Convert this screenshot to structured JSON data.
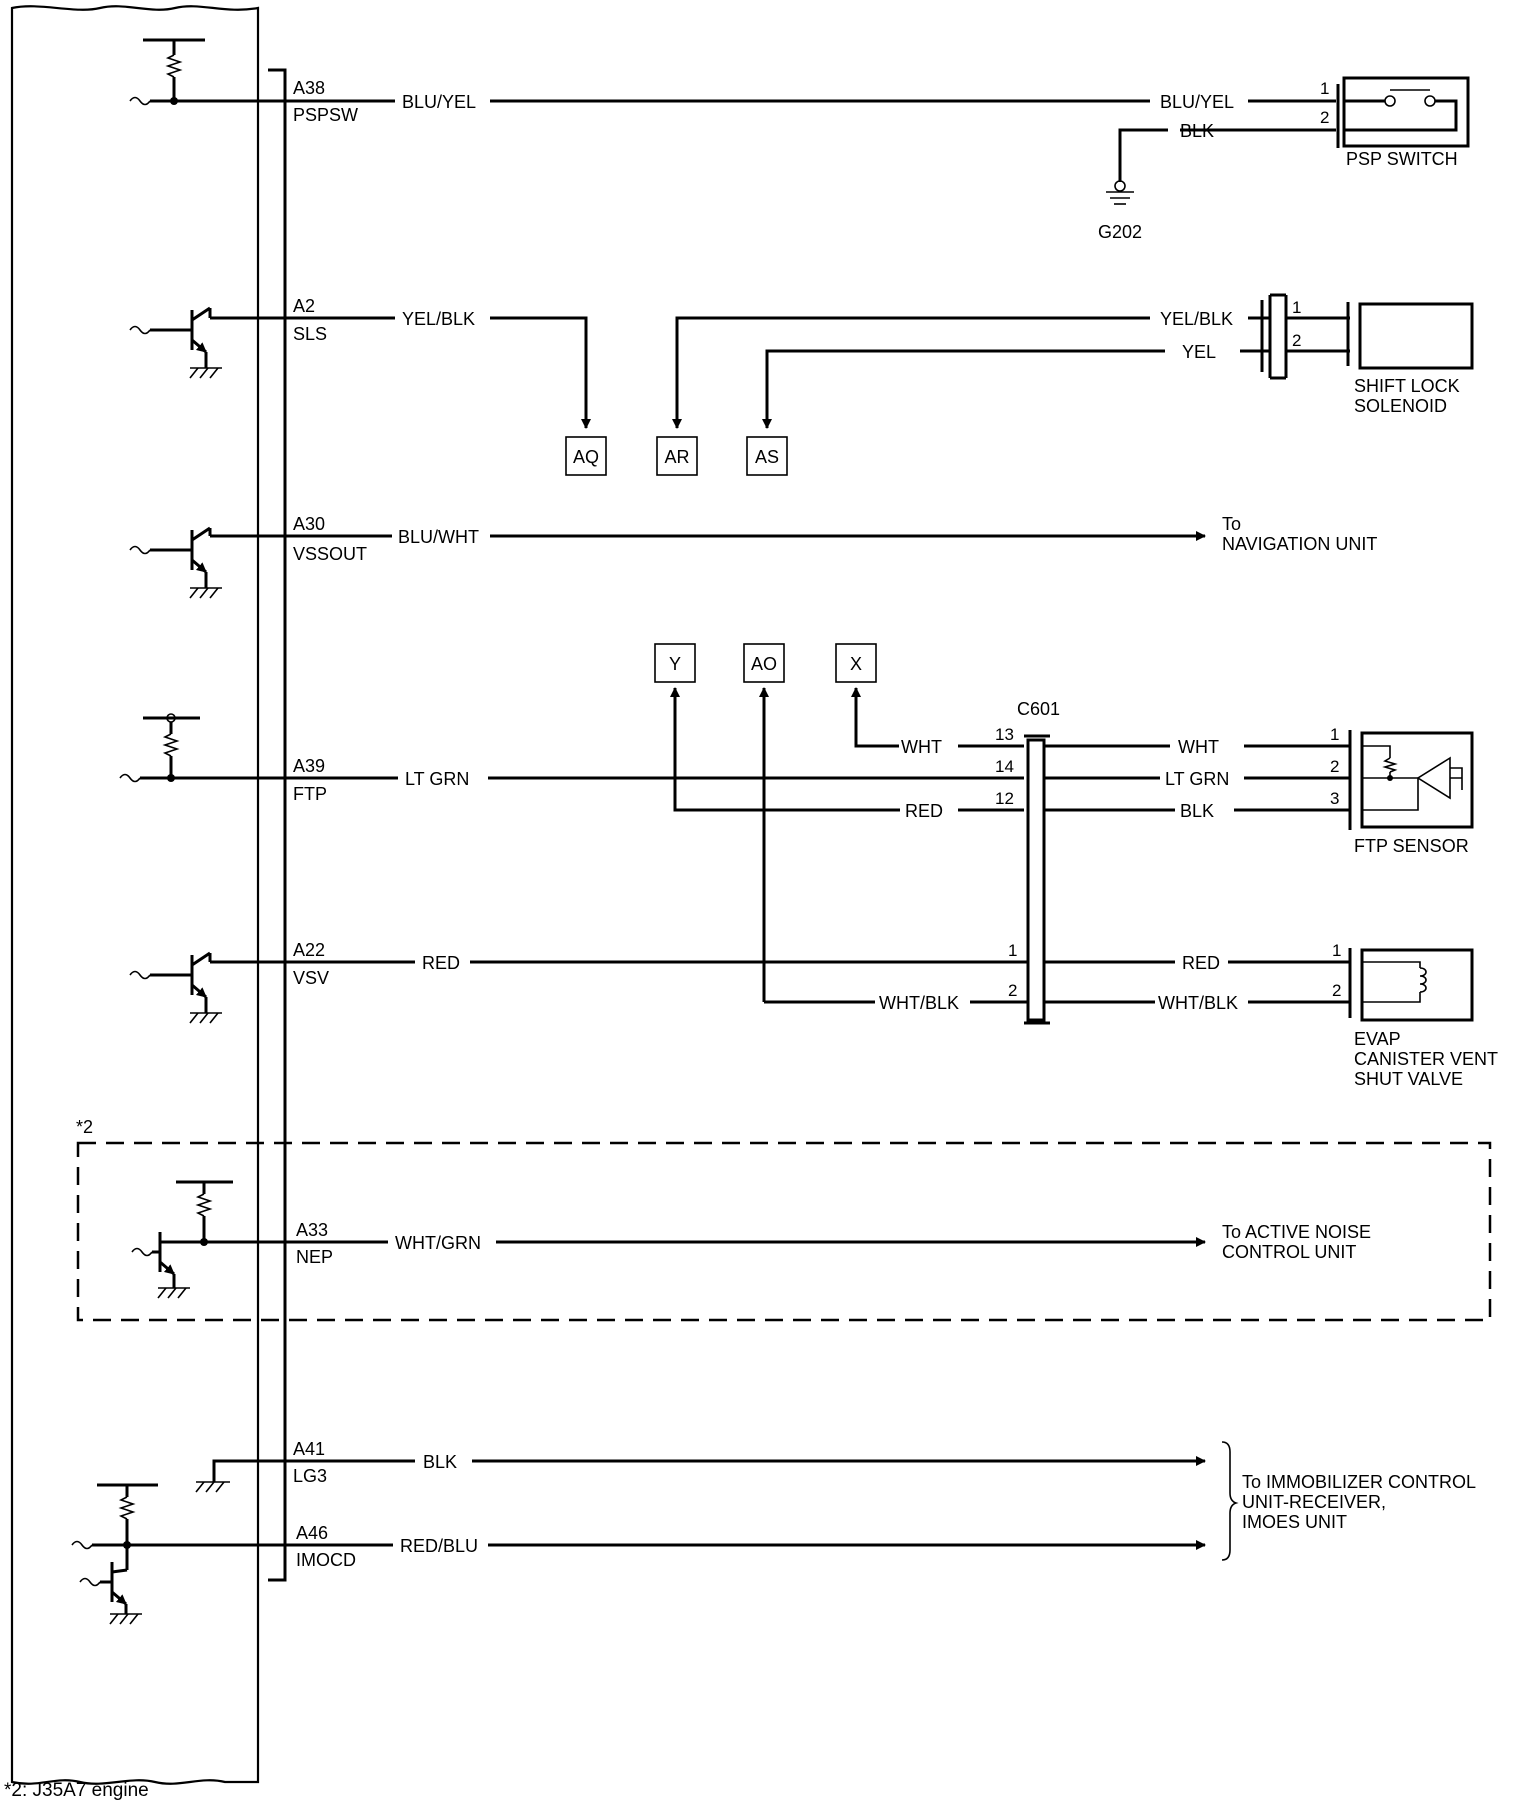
{
  "ecm": {
    "terminals": [
      {
        "pin": "A38",
        "name": "PSPSW"
      },
      {
        "pin": "A2",
        "name": "SLS"
      },
      {
        "pin": "A30",
        "name": "VSSOUT"
      },
      {
        "pin": "A39",
        "name": "FTP"
      },
      {
        "pin": "A22",
        "name": "VSV"
      },
      {
        "pin": "A33",
        "name": "NEP"
      },
      {
        "pin": "A41",
        "name": "LG3"
      },
      {
        "pin": "A46",
        "name": "IMOCD"
      }
    ]
  },
  "wires": {
    "pspsw_left": "BLU/YEL",
    "pspsw_right": "BLU/YEL",
    "psp_ground": "BLK",
    "sls": "YEL/BLK",
    "sol_1": "YEL/BLK",
    "sol_2": "YEL",
    "vssout": "BLU/WHT",
    "ftp": "LT GRN",
    "ftp_x": "WHT",
    "ftp_y": "RED",
    "ftp_r1": "WHT",
    "ftp_r2": "LT GRN",
    "ftp_r3": "BLK",
    "vsv": "RED",
    "vsv_r1": "RED",
    "evap_l2": "WHT/BLK",
    "evap_r2": "WHT/BLK",
    "nep": "WHT/GRN",
    "lg3": "BLK",
    "imocd": "RED/BLU"
  },
  "pins": {
    "psp_1": "1",
    "psp_2": "2",
    "sol_1": "1",
    "sol_2": "2",
    "c601_13": "13",
    "c601_14": "14",
    "c601_12": "12",
    "c601_1": "1",
    "c601_2": "2",
    "ftp_1": "1",
    "ftp_2": "2",
    "ftp_3": "3",
    "evap_1": "1",
    "evap_2": "2"
  },
  "connectors": {
    "c601": "C601",
    "ground": "G202",
    "refs": [
      "AQ",
      "AR",
      "AS",
      "Y",
      "AO",
      "X"
    ]
  },
  "components": {
    "psp_switch": "PSP SWITCH",
    "shift_lock": [
      "SHIFT LOCK",
      "SOLENOID"
    ],
    "navigation": [
      "To",
      "NAVIGATION UNIT"
    ],
    "ftp_sensor": "FTP SENSOR",
    "evap": [
      "EVAP",
      "CANISTER VENT",
      "SHUT VALVE"
    ],
    "noise": [
      "To ACTIVE NOISE",
      "CONTROL UNIT"
    ],
    "immobilizer": [
      "To IMMOBILIZER CONTROL",
      "UNIT-RECEIVER,",
      "IMOES UNIT"
    ]
  },
  "notes": {
    "box_label": "*2",
    "footnote": "*2: J35A7 engine"
  }
}
